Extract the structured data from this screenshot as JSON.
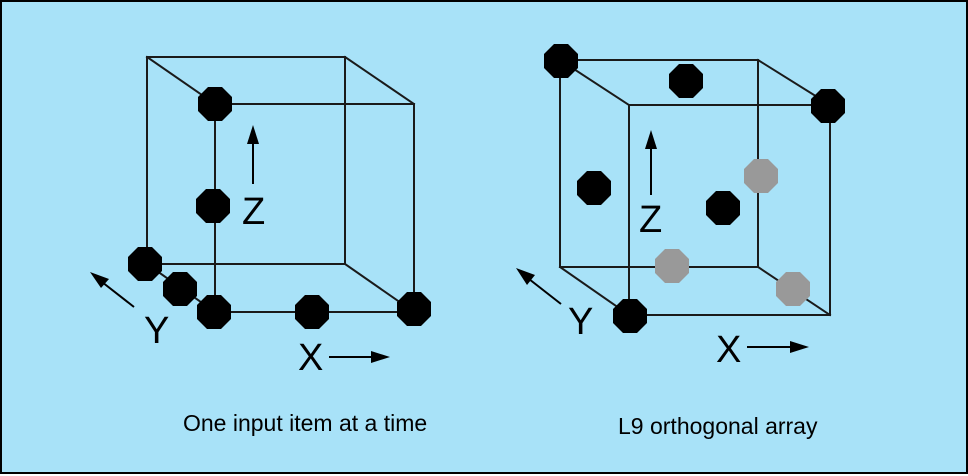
{
  "colors": {
    "background": "#a8e2f8",
    "border": "#000000",
    "edge": "#1a1a1a",
    "point_black": "#000000",
    "point_gray": "#999999"
  },
  "left_diagram": {
    "caption": "One input item at a time",
    "axes": {
      "x": "X",
      "y": "Y",
      "z": "Z"
    },
    "points": {
      "count": 7,
      "color": "point_black"
    }
  },
  "right_diagram": {
    "caption": "L9 orthogonal array",
    "axes": {
      "x": "X",
      "y": "Y",
      "z": "Z"
    },
    "points": {
      "black_count": 6,
      "gray_count": 3
    }
  }
}
